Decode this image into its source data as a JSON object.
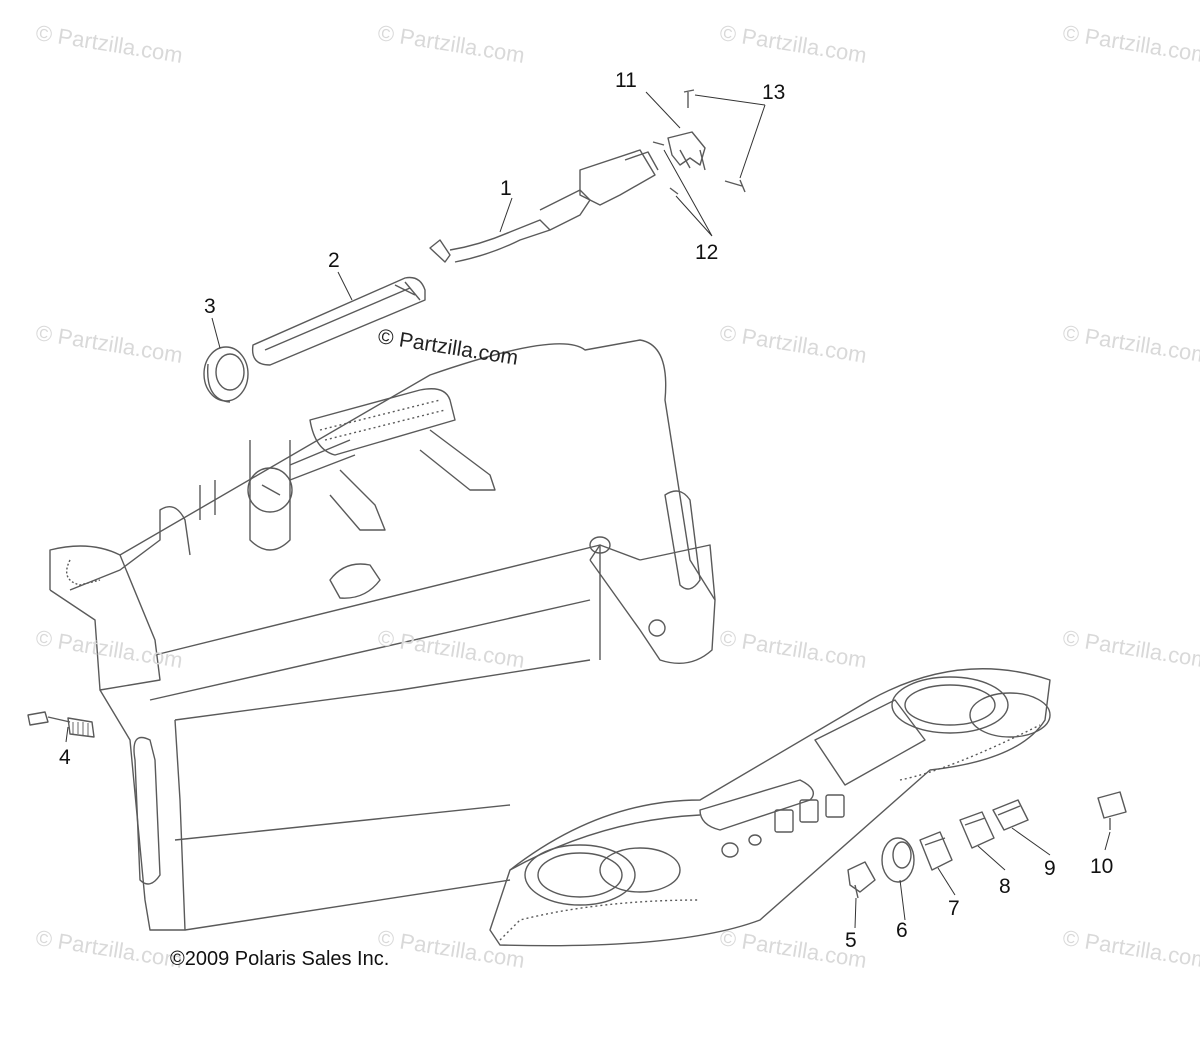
{
  "watermark": "© Partzilla.com",
  "center_watermark": "© Partzilla.com",
  "copyright": "©2009 Polaris Sales Inc.",
  "callouts": {
    "c1": "1",
    "c2": "2",
    "c3": "3",
    "c4": "4",
    "c5": "5",
    "c6": "6",
    "c7": "7",
    "c8": "8",
    "c9": "9",
    "c10": "10",
    "c11": "11",
    "c12": "12",
    "c13": "13"
  },
  "colors": {
    "line": "#4a4a4a",
    "watermark": "#d9d9d9"
  }
}
